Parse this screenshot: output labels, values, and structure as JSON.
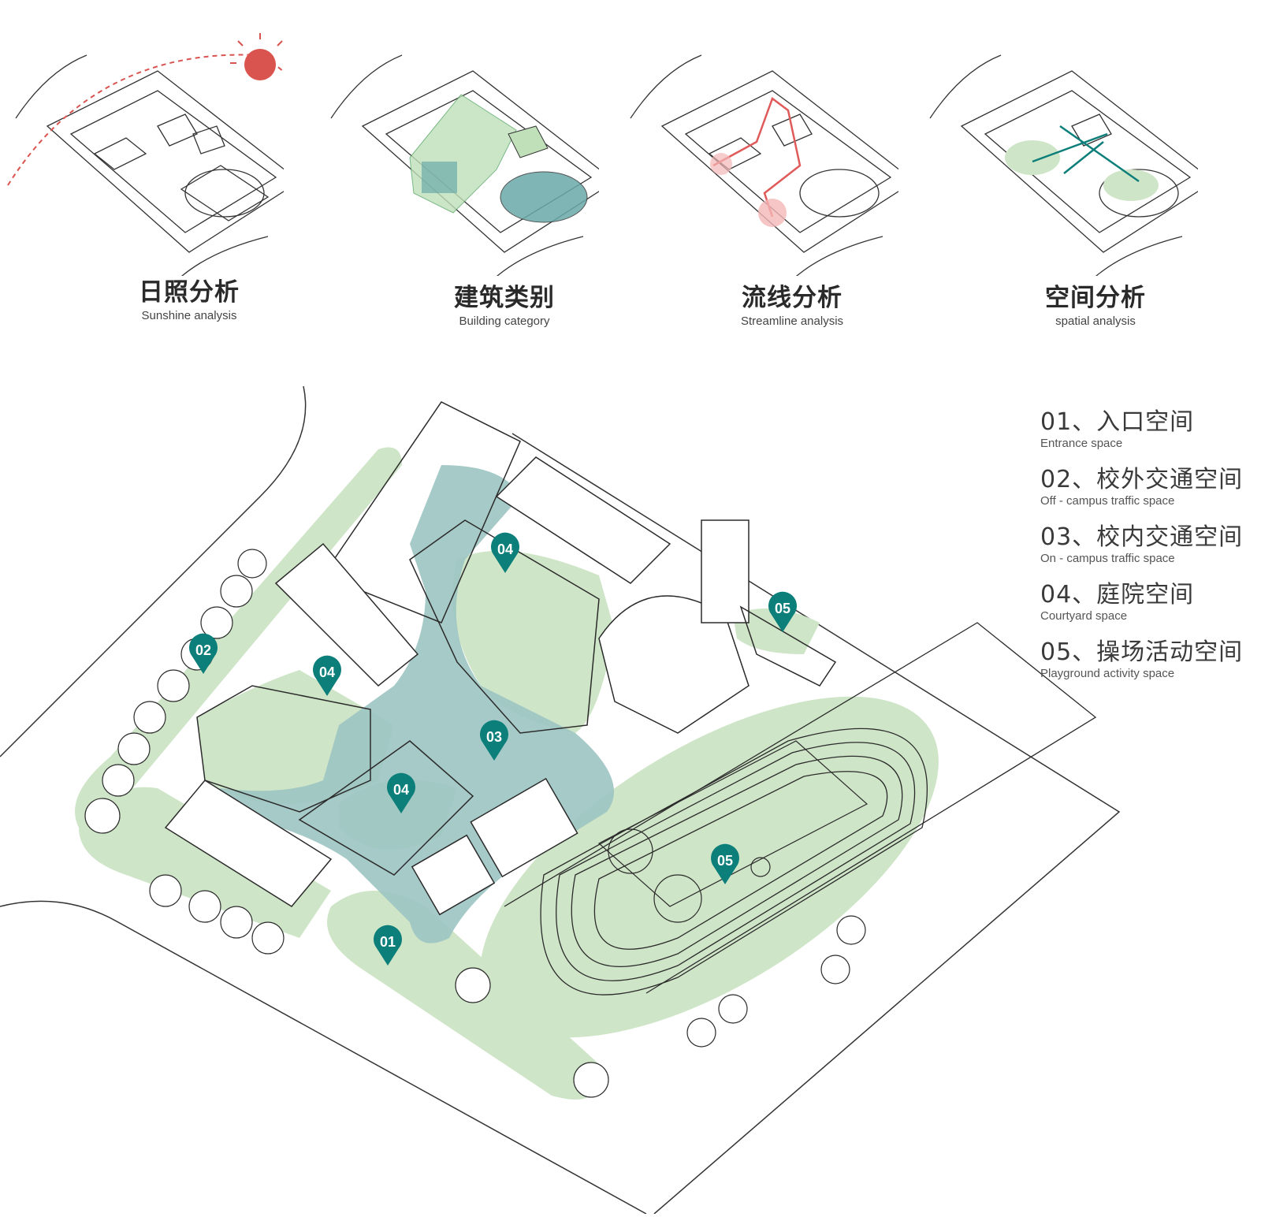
{
  "colors": {
    "green": "#cfe5c8",
    "teal": "#6aa9a9",
    "teal_light": "#9cc4c2",
    "pin": "#0d7f7a",
    "red": "#d9534f",
    "line": "#2b2b2b"
  },
  "analysis_panels": [
    {
      "zh": "日照分析",
      "en": "Sunshine analysis"
    },
    {
      "zh": "建筑类别",
      "en": "Building category"
    },
    {
      "zh": "流线分析",
      "en": "Streamline analysis"
    },
    {
      "zh": "空间分析",
      "en": "spatial analysis"
    }
  ],
  "legend": [
    {
      "zh": "01、入口空间",
      "en": "Entrance space"
    },
    {
      "zh": "02、校外交通空间",
      "en": "Off - campus traffic space"
    },
    {
      "zh": "03、校内交通空间",
      "en": "On - campus traffic space"
    },
    {
      "zh": "04、庭院空间",
      "en": "Courtyard space"
    },
    {
      "zh": "05、操场活动空间",
      "en": "Playground activity space"
    }
  ],
  "pins": {
    "p01": "01",
    "p02": "02",
    "p03": "03",
    "p04a": "04",
    "p04b": "04",
    "p04c": "04",
    "p05a": "05",
    "p05b": "05"
  }
}
